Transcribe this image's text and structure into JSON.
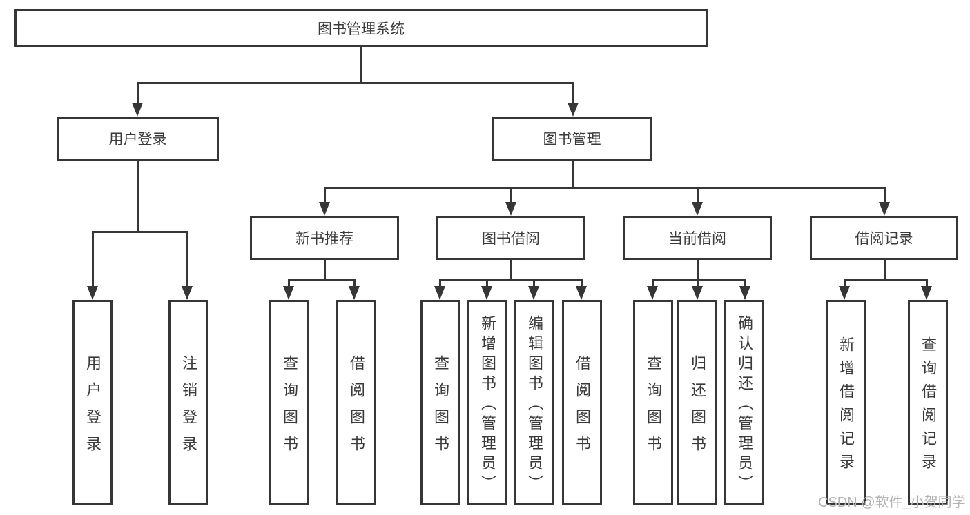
{
  "diagram": {
    "title": "图书管理系统",
    "root": {
      "label": "图书管理系统"
    },
    "level2": [
      {
        "label": "用户登录"
      },
      {
        "label": "图书管理"
      }
    ],
    "level3": [
      {
        "label": "新书推荐"
      },
      {
        "label": "图书借阅"
      },
      {
        "label": "当前借阅"
      },
      {
        "label": "借阅记录"
      }
    ],
    "leaves": {
      "user_login": [
        "用户登录",
        "注销登录"
      ],
      "new_book": [
        "查询图书",
        "借阅图书"
      ],
      "book_borrow": [
        "查询图书",
        "新增图书（管理员）",
        "编辑图书（管理员）",
        "借阅图书"
      ],
      "current_borrow": [
        "查询图书",
        "归还图书",
        "确认归还（管理员）"
      ],
      "borrow_record": [
        "新增借阅记录",
        "查询借阅记录"
      ]
    }
  },
  "watermark": {
    "text": "CSDN @软件_小贺同学"
  },
  "colors": {
    "line": "#363636",
    "text": "#3a3a3a",
    "watermark": "#b3b3b3",
    "background": "#ffffff"
  }
}
